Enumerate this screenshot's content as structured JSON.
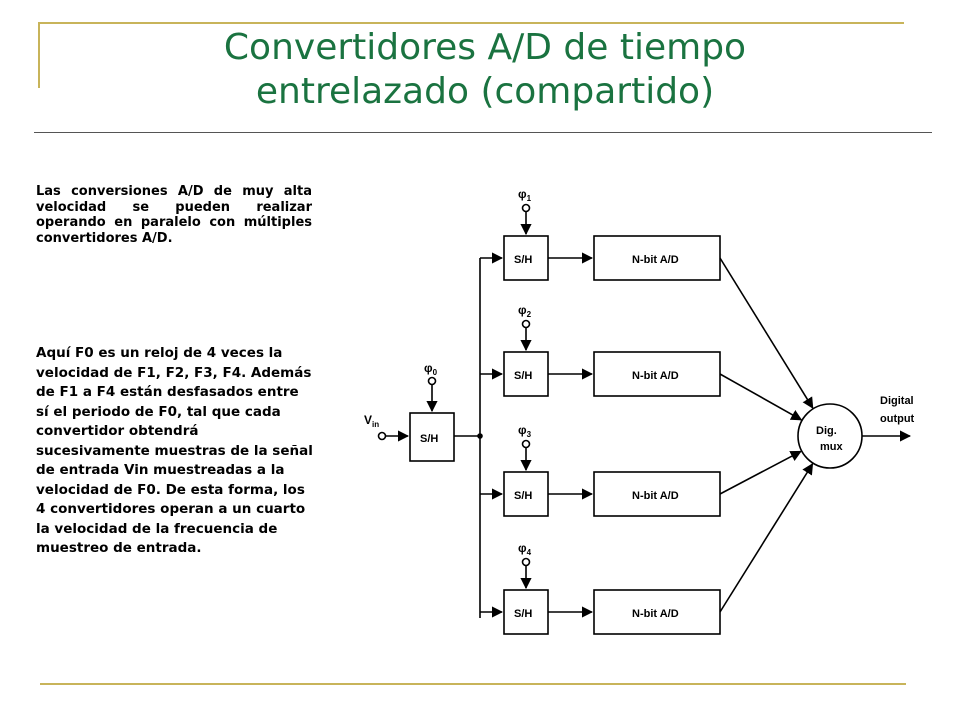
{
  "slide": {
    "title_line1": "Convertidores A/D de tiempo",
    "title_line2": "entrelazado (compartido)",
    "paragraph1": "Las conversiones A/D de muy alta velocidad se pueden realizar operando en paralelo con múltiples convertidores A/D.",
    "paragraph2": "Aquí F0 es un reloj de 4 veces la velocidad de F1, F2, F3, F4. Además de F1 a F4 están desfasados entre sí el periodo de F0, tal que cada convertidor obtendrá sucesivamente muestras de la señal de entrada Vin muestreadas a la velocidad de F0. De esta forma, los 4 convertidores operan a un cuarto la velocidad de la frecuencia de muestreo de entrada."
  },
  "diagram": {
    "input_label": "V",
    "input_subscript": "in",
    "main_sh": {
      "label": "S/H",
      "clock": "φ",
      "clock_sub": "0"
    },
    "branches": [
      {
        "clock": "φ",
        "clock_sub": "1",
        "sh_label": "S/H",
        "adc_label": "N-bit A/D"
      },
      {
        "clock": "φ",
        "clock_sub": "2",
        "sh_label": "S/H",
        "adc_label": "N-bit A/D"
      },
      {
        "clock": "φ",
        "clock_sub": "3",
        "sh_label": "S/H",
        "adc_label": "N-bit A/D"
      },
      {
        "clock": "φ",
        "clock_sub": "4",
        "sh_label": "S/H",
        "adc_label": "N-bit A/D"
      }
    ],
    "mux_line1": "Dig.",
    "mux_line2": "mux",
    "output_line1": "Digital",
    "output_line2": "output"
  }
}
